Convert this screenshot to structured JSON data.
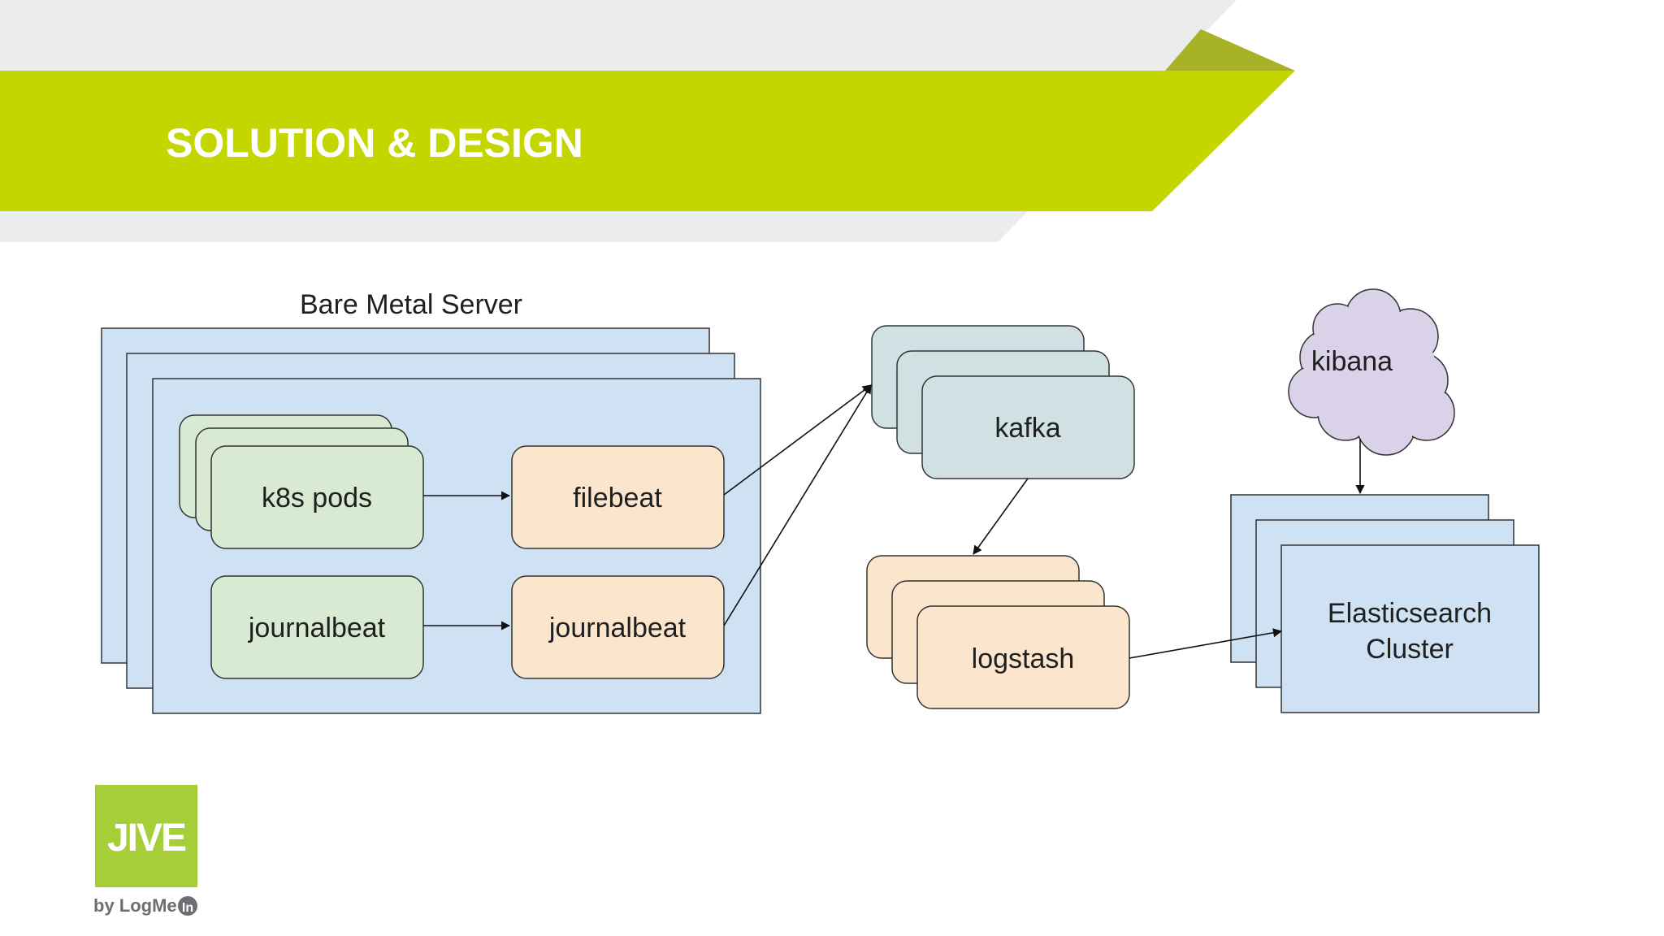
{
  "slide": {
    "title": "SOLUTION & DESIGN"
  },
  "diagram": {
    "server_group_label": "Bare Metal Server",
    "nodes": {
      "k8s_pods": "k8s pods",
      "journalbeat_source": "journalbeat",
      "filebeat": "filebeat",
      "journalbeat_shipper": "journalbeat",
      "kafka": "kafka",
      "logstash": "logstash",
      "kibana": "kibana",
      "elasticsearch_line1": "Elasticsearch",
      "elasticsearch_line2": "Cluster"
    }
  },
  "logo": {
    "brand": "JIVE",
    "tagline": "by LogMe",
    "tagline_badge": "In"
  },
  "colors": {
    "banner_green": "#c4d600",
    "banner_shadow": "#a8b226",
    "banner_gray": "#ebecec",
    "server_blue": "#cfe2f3",
    "pod_green": "#d9ead3",
    "beat_orange": "#fce5cd",
    "kafka_teal": "#d0e0e3",
    "kibana_lavender": "#d9d2e9",
    "logo_green": "#a6ce39",
    "stroke": "#333333"
  }
}
